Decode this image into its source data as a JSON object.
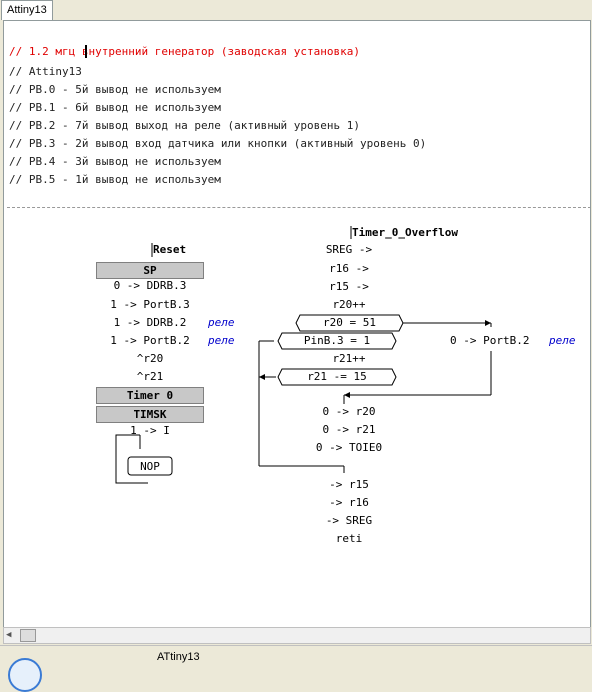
{
  "tab": {
    "label": "Attiny13"
  },
  "comments": [
    "// 1.2 мгц внутренний генератор (заводская установка)",
    "// Attiny13",
    "// PB.0 - 5й вывод не используем",
    "// PB.1 - 6й вывод не используем",
    "// PB.2 - 7й вывод выход на реле (активный уровень 1)",
    "// PB.3 - 2й вывод вход датчика или кнопки (активный уровень 0)",
    "// PB.4 - 3й вывод не используем",
    "// PB.5 - 1й вывод не используем"
  ],
  "reset_flow": {
    "label": "Reset",
    "sp": "SP",
    "lines": [
      "0 -> DDRB.3",
      "1 -> PortB.3",
      "1 -> DDRB.2",
      "1 -> PortB.2",
      "^r20",
      "^r21"
    ],
    "timer": "Timer 0",
    "timsk": "TIMSK",
    "after": "1 -> I",
    "nop": "NOP",
    "relay_notes": [
      "реле",
      "реле"
    ]
  },
  "timer_flow": {
    "label": "Timer_0_Overflow",
    "lines_top": [
      "SREG ->",
      "r16 ->",
      "r15 ->",
      "r20++"
    ],
    "cond1": "r20 = 51",
    "cond2": "PinB.3 = 1",
    "inc": "r21++",
    "cond3": "r21 -= 15",
    "lines_bottom": [
      "0 -> r20",
      "0 -> r21",
      "0 -> TOIE0"
    ],
    "lines_end": [
      "-> r15",
      "-> r16",
      "-> SREG",
      "reti"
    ],
    "portb": "0 -> PortB.2",
    "relay_note": "реле"
  },
  "status": {
    "label": "ATtiny13"
  }
}
